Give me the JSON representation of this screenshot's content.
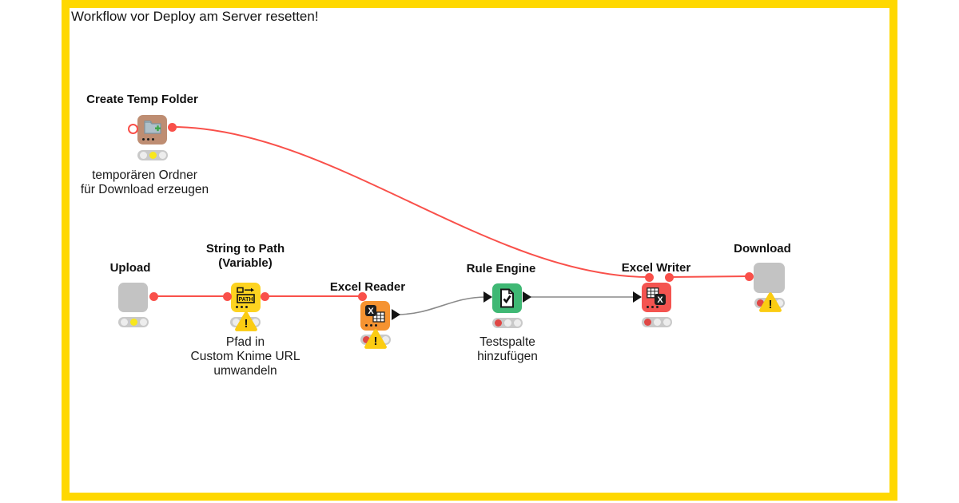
{
  "annotation": {
    "text": "Workflow vor Deploy am Server resetten!"
  },
  "colors": {
    "annotation_yellow": "#FFD800",
    "wire_red": "#F9504A",
    "wire_gray": "#8A8A8A",
    "status_red": "#E04745",
    "status_yellow": "#F8E71C",
    "warning_yellow": "#FBCC12",
    "node_brown": "#BE8D72",
    "node_gray": "#C3C3C3",
    "node_yellow": "#FDD320",
    "node_orange": "#F59331",
    "node_green": "#3FB874",
    "node_red": "#F45450"
  },
  "ui": {
    "warning_char": "!"
  },
  "nodes": [
    {
      "name": "create-temp-folder",
      "label": "Create Temp Folder",
      "comment": "temporären Ordner\nfür Download erzeugen",
      "color": "#BE8D72",
      "lights": [
        "off",
        "yellow",
        "off"
      ]
    },
    {
      "name": "upload",
      "label": "Upload",
      "color": "#C3C3C3",
      "lights": [
        "off",
        "yellow",
        "off"
      ]
    },
    {
      "name": "string-to-path-variable",
      "label": "String to Path\n(Variable)",
      "comment": "Pfad in\nCustom Knime URL\numwandeln",
      "color": "#FDD320",
      "lights": [
        "off",
        "off",
        "off"
      ],
      "icon_text": "PATH"
    },
    {
      "name": "excel-reader",
      "label": "Excel Reader",
      "color": "#F59331",
      "lights": [
        "red",
        "off",
        "off"
      ],
      "icon_letter": "X"
    },
    {
      "name": "rule-engine",
      "label": "Rule Engine",
      "comment": "Testspalte\nhinzufügen",
      "color": "#3FB874",
      "lights": [
        "red",
        "off",
        "off"
      ]
    },
    {
      "name": "excel-writer",
      "label": "Excel Writer",
      "color": "#F45450",
      "lights": [
        "red",
        "off",
        "off"
      ],
      "icon_letter": "X"
    },
    {
      "name": "download",
      "label": "Download",
      "color": "#C3C3C3",
      "lights": [
        "red",
        "off",
        "off"
      ]
    }
  ]
}
